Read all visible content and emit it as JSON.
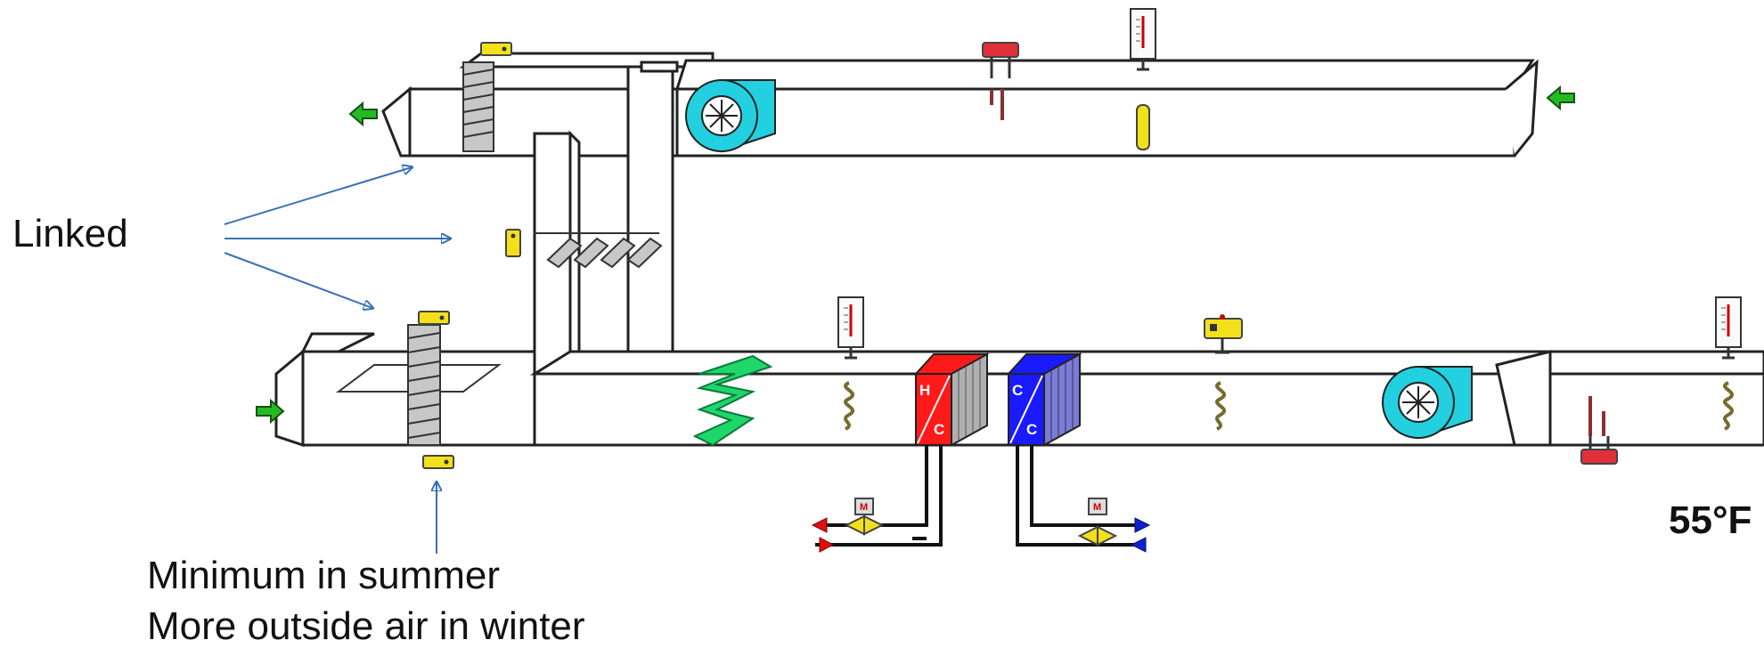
{
  "labels": {
    "linked": "Linked",
    "note_line1": "Minimum in summer",
    "note_line2": "More outside air in winter",
    "supply_temp": "55°F"
  },
  "coils": {
    "heating_top": "H",
    "heating_bottom": "C",
    "cooling_top": "C",
    "cooling_bottom": "C"
  },
  "colors": {
    "duct_stroke": "#222222",
    "damper_actuator": "#f2e01a",
    "fan": "#22d0e0",
    "filter": "#1fd66a",
    "heating_coil": "#ff1a1a",
    "cooling_coil": "#1a1aff",
    "flow_arrow_green": "#22bb22",
    "annotation_arrow": "#3a6fb5",
    "hot_water_arrow": "#e01010",
    "chilled_water_arrow": "#1020d0"
  }
}
